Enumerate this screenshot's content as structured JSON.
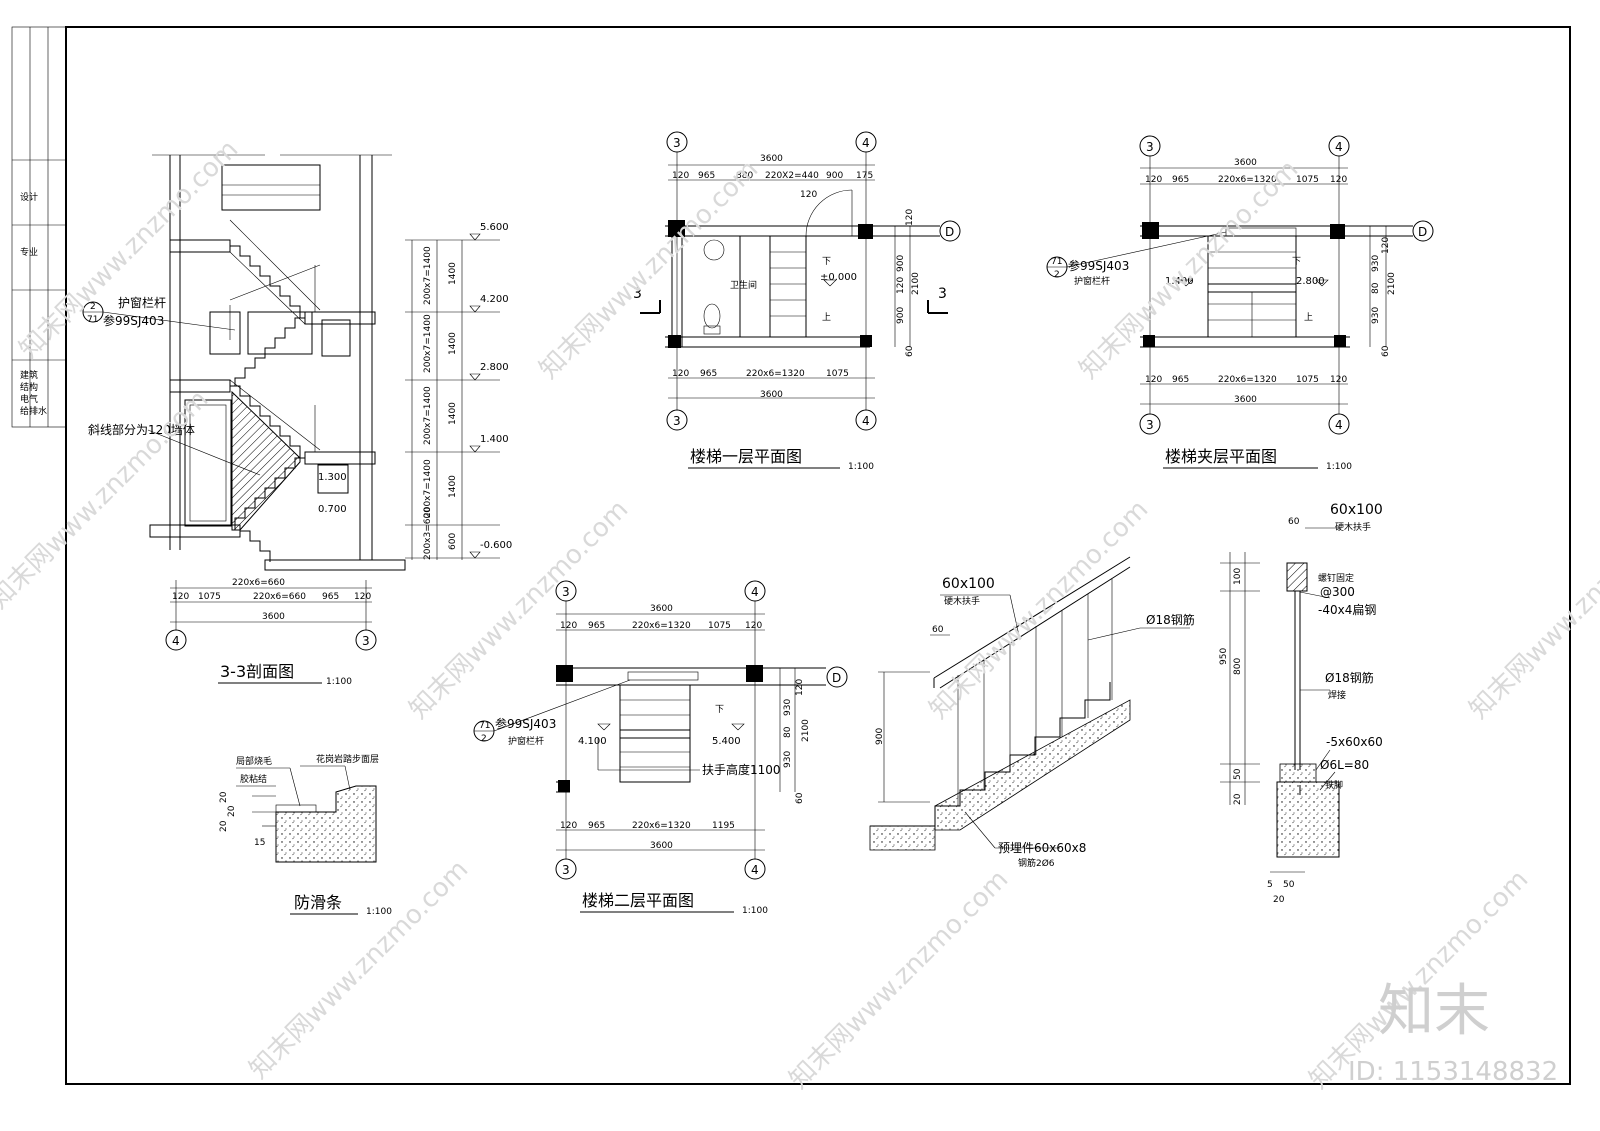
{
  "title_block": {
    "rows": [
      "建筑",
      "结构",
      "电气",
      "给排水",
      "设计",
      "专业"
    ]
  },
  "section33": {
    "title": "3-3剖面图",
    "scale": "1:100",
    "rail_note": "护窗栏杆",
    "rail_ref": "参99SJ403",
    "rail_ref_num_top": "2",
    "rail_ref_num_bottom": "71",
    "hatch_note": "斜线部分为120墙体",
    "levels": [
      "5.600",
      "4.200",
      "2.800",
      "1.400",
      "-0.600"
    ],
    "level_small": [
      "1.300",
      "0.700"
    ],
    "vert_dims_a": [
      "200x7=1400",
      "200x7=1400",
      "200x7=1400",
      "200x7=1400",
      "200x3=600"
    ],
    "vert_dims_b": [
      "1400",
      "1400",
      "1400",
      "1400",
      "600"
    ],
    "dim_row1": [
      "220x6=660"
    ],
    "dim_row2": [
      "120",
      "1075",
      "220x6=660",
      "965",
      "120"
    ],
    "dim_total": "3600",
    "axis_left": "4",
    "axis_right": "3"
  },
  "plan1": {
    "title": "楼梯一层平面图",
    "scale": "1:100",
    "axis_left": "3",
    "axis_right": "4",
    "axis_d": "D",
    "top_total": "3600",
    "top_dims": [
      "120",
      "965",
      "880",
      "220X2=440",
      "900",
      "175"
    ],
    "top_dim_small": "120",
    "bottom_dims": [
      "120",
      "965",
      "220x6=1320",
      "1075"
    ],
    "bottom_total": "3600",
    "right_dims": [
      "120",
      "900",
      "120",
      "900",
      "60"
    ],
    "right_total": "2100",
    "room_label": "卫生间",
    "down": "下",
    "up": "上",
    "level": "±0.000",
    "section_mark": "3"
  },
  "plan_mezz": {
    "title": "楼梯夹层平面图",
    "scale": "1:100",
    "axis_left": "3",
    "axis_right": "4",
    "axis_d": "D",
    "top_total": "3600",
    "top_dims": [
      "120",
      "965",
      "220x6=1320",
      "1075",
      "120"
    ],
    "bottom_dims": [
      "120",
      "965",
      "220x6=1320",
      "1075",
      "120"
    ],
    "bottom_total": "3600",
    "right_dims": [
      "120",
      "930",
      "80",
      "930",
      "60"
    ],
    "right_total": "2100",
    "ref": "参99SJ403",
    "ref_top": "71",
    "ref_bottom": "2",
    "rail": "护窗栏杆",
    "down": "下",
    "up": "上",
    "level_a": "1.400",
    "level_b": "2.800"
  },
  "plan2": {
    "title": "楼梯二层平面图",
    "scale": "1:100",
    "axis_left": "3",
    "axis_right": "4",
    "axis_d": "D",
    "top_total": "3600",
    "top_dims": [
      "120",
      "965",
      "220x6=1320",
      "1075",
      "120"
    ],
    "bottom_dims": [
      "120",
      "965",
      "220x6=1320",
      "1195"
    ],
    "bottom_total": "3600",
    "right_dims": [
      "120",
      "930",
      "80",
      "930",
      "60"
    ],
    "right_total": "2100",
    "ref": "参99SJ403",
    "ref_top": "71",
    "ref_bottom": "2",
    "rail": "护窗栏杆",
    "down": "下",
    "level_a": "4.100",
    "level_b": "5.400",
    "handrail_height": "扶手高度1100"
  },
  "antislip": {
    "title": "防滑条",
    "scale": "1:100",
    "label_a": "局部烧毛",
    "label_b": "花岗岩踏步面层",
    "label_c": "胶粘结",
    "dims": [
      "20",
      "20",
      "20",
      "15"
    ]
  },
  "railing_elev": {
    "handrail_size": "60x100",
    "handrail_note": "硬木扶手",
    "dim_60": "60",
    "bar": "Ø18钢筋",
    "height": "900",
    "embed": "预埋件60x60x8",
    "embed2": "钢筋2Ø6"
  },
  "railing_detail": {
    "size": "60x100",
    "size_note": "硬木扶手",
    "dim_60": "60",
    "screw": "螺钉固定",
    "spacing": "@300",
    "flat_steel": "-40x4扁钢",
    "bar": "Ø18钢筋",
    "weld": "焊接",
    "plate": "-5x60x60",
    "anchor": "Ø6L=80",
    "anchor_note": "铁脚",
    "vert": [
      "100",
      "800",
      "50",
      "20"
    ],
    "vert_total": "950",
    "bottom": [
      "5",
      "50",
      "20"
    ]
  },
  "watermark": {
    "site": "知末网www.znzmo.com",
    "logo": "知末",
    "id": "ID: 1153148832"
  }
}
